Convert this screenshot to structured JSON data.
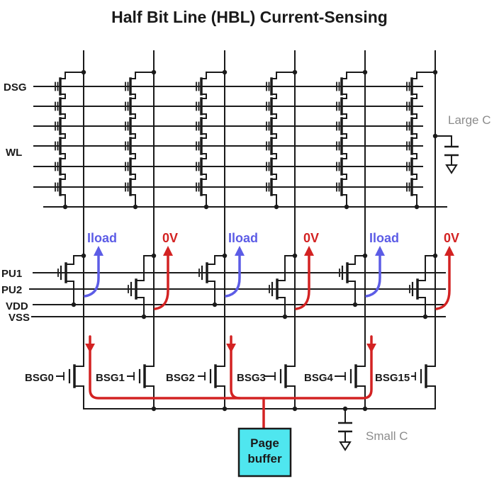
{
  "title": "Half Bit Line (HBL) Current-Sensing",
  "signal_labels": {
    "dsg": "DSG",
    "wl": "WL",
    "pu1": "PU1",
    "pu2": "PU2",
    "vdd": "VDD",
    "vss": "VSS"
  },
  "bitline_currents": [
    {
      "bitline": 1,
      "label": "Iload",
      "color_key": "iload_blue",
      "to_page_buffer": true
    },
    {
      "bitline": 2,
      "label": "0V",
      "color_key": "zero_red",
      "to_page_buffer": false
    },
    {
      "bitline": 3,
      "label": "Iload",
      "color_key": "iload_blue",
      "to_page_buffer": true
    },
    {
      "bitline": 4,
      "label": "0V",
      "color_key": "zero_red",
      "to_page_buffer": false
    },
    {
      "bitline": 5,
      "label": "Iload",
      "color_key": "iload_blue",
      "to_page_buffer": true
    },
    {
      "bitline": 6,
      "label": "0V",
      "color_key": "zero_red",
      "to_page_buffer": false
    }
  ],
  "bsg_gates": [
    "BSG0",
    "BSG1",
    "BSG2",
    "BSG3",
    "BSG4",
    "BSG15"
  ],
  "capacitors": {
    "large": "Large C",
    "small": "Small C"
  },
  "page_buffer": {
    "line1": "Page",
    "line2": "buffer"
  },
  "colors": {
    "iload_blue": "#5C5CE6",
    "zero_red": "#D32222",
    "gray_label": "#8C8C8C",
    "page_buffer_fill": "#4FE6EF",
    "ink": "#1A1A1A"
  }
}
